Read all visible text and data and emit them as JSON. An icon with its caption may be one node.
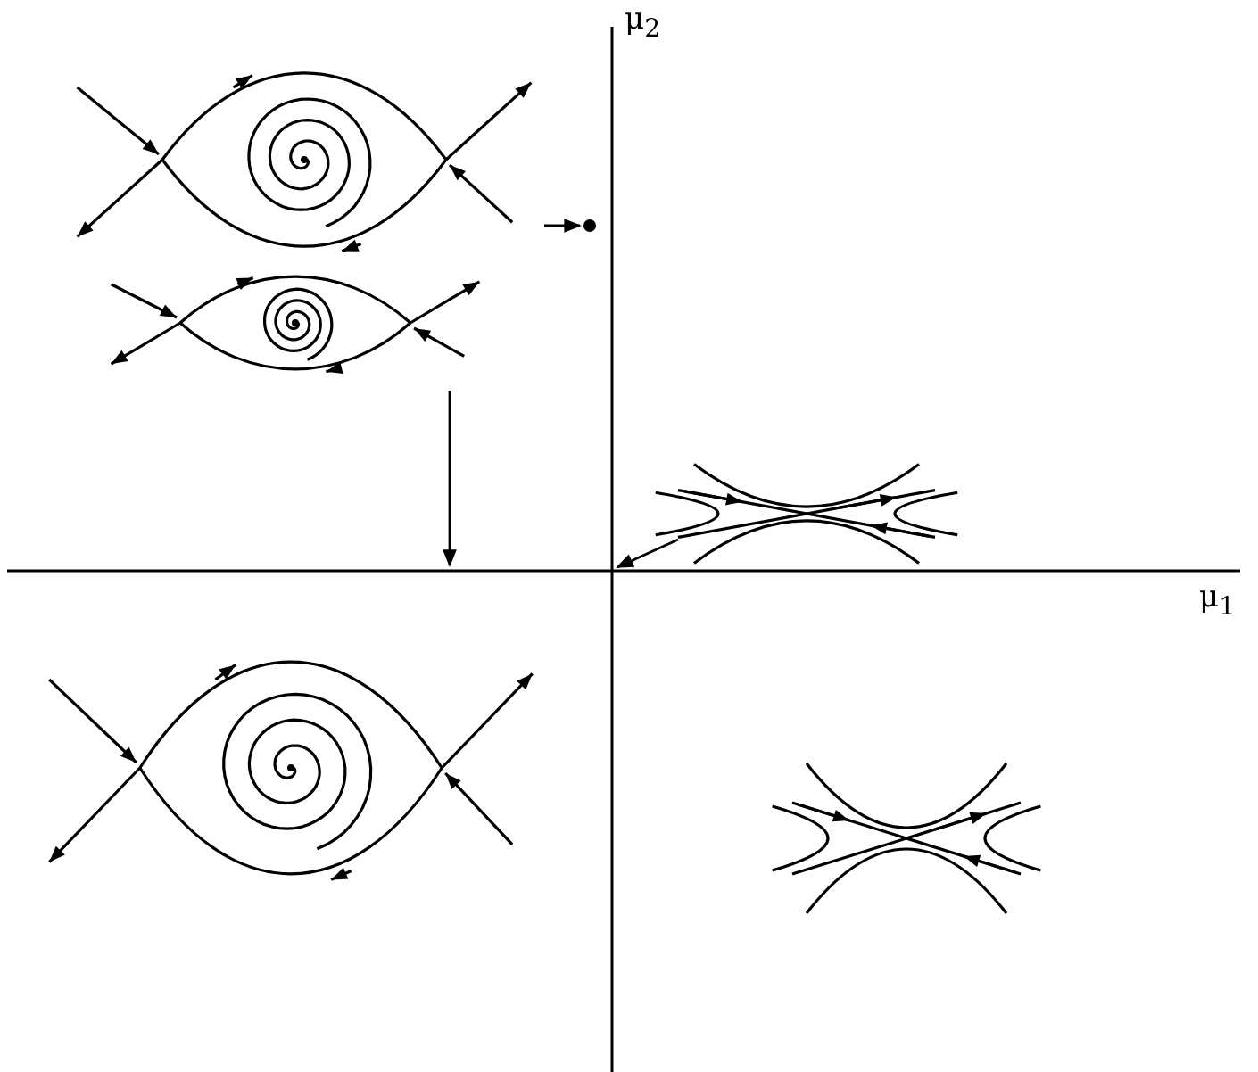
{
  "diagram": {
    "nodes": [
      {
        "text": [],
        "shape": "picture"
      },
      {
        "text": [],
        "shape": "circle"
      },
      {
        "text": [],
        "shape": "picture"
      },
      {
        "text": [],
        "shape": "picture"
      },
      {
        "text": [],
        "shape": "picture"
      },
      {
        "text": [],
        "shape": "picture"
      }
    ],
    "edges": [
      {
        "from": 0,
        "to": 1,
        "arrow": "to"
      },
      {
        "from": 2,
        "to": null,
        "arrow": "to"
      },
      {
        "from": 3,
        "to": null,
        "arrow": "to"
      }
    ],
    "labels": [
      "μ$_{2}$",
      "μ$_{1}$"
    ]
  }
}
